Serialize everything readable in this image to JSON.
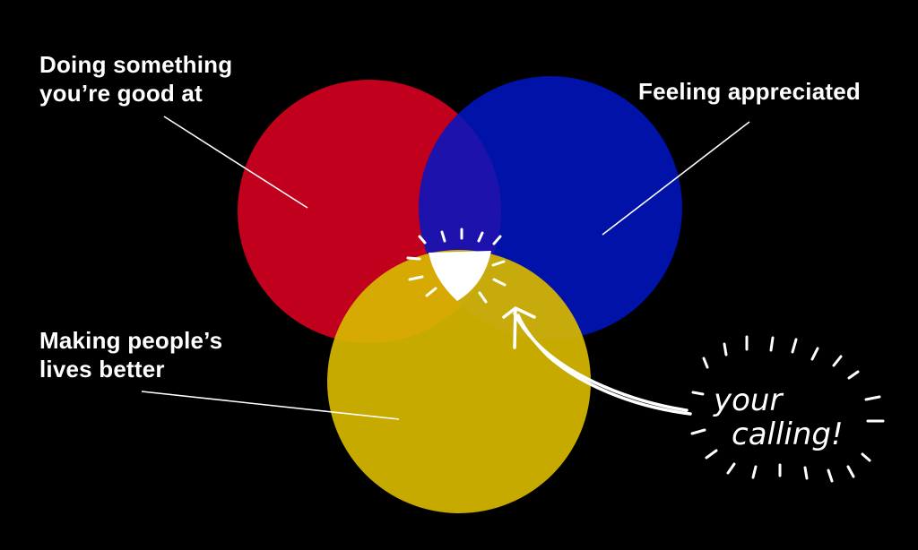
{
  "circles": [
    {
      "name": "Doing something you’re good at",
      "color": "#c0001c"
    },
    {
      "name": "Feeling appreciated",
      "color": "#0015c4"
    },
    {
      "name": "Making people’s lives better",
      "color": "#d8b800"
    }
  ],
  "labels": {
    "top_left": [
      "Doing something",
      "you’re good at"
    ],
    "top_right": [
      "Feeling appreciated"
    ],
    "bottom_left": [
      "Making people’s",
      "lives better"
    ]
  },
  "callout": {
    "line1": "your",
    "line2": "calling!"
  },
  "colors": {
    "background": "#000000",
    "text": "#ffffff",
    "center": "#ffffff"
  }
}
